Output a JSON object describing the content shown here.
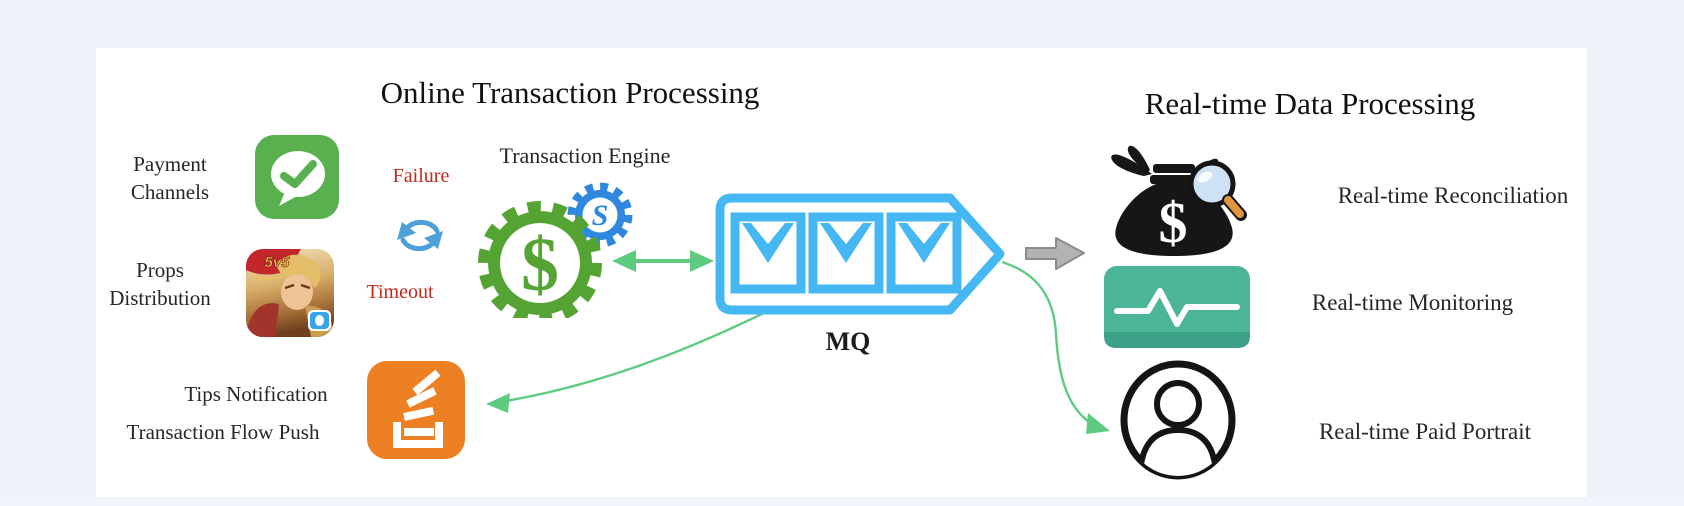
{
  "colors": {
    "page-bg": "#edf1f8",
    "panel-bg": "#ffffff",
    "bottom-strip": "#f1f4fb",
    "title-ink": "#111111",
    "label-ink": "#262626",
    "alert-red": "#c4291c",
    "sync-blue": "#4f9fd9",
    "gear-green": "#55a433",
    "gear-blue": "#2f87e0",
    "mq-blue": "#45b8f3",
    "flow-green": "#5ecb80",
    "gray-arrow": "#b3b3b3",
    "wechat-green": "#58b14e",
    "so-orange": "#ec8023",
    "teal": "#4cb598",
    "ink": "#161616"
  },
  "titles": {
    "otp": "Online Transaction Processing",
    "rtdp": "Real-time Data Processing"
  },
  "otp": {
    "payment_line1": "Payment",
    "payment_line2": "Channels",
    "props_line1": "Props",
    "props_line2": "Distribution",
    "failure": "Failure",
    "timeout": "Timeout",
    "engine": "Transaction Engine",
    "mq": "MQ",
    "tips": "Tips Notification",
    "flow_push": "Transaction Flow Push",
    "game_badge": "5v5"
  },
  "rtdp": {
    "reconciliation": "Real-time Reconciliation",
    "monitoring": "Real-time Monitoring",
    "paid_portrait": "Real-time Paid Portrait"
  },
  "glyphs": {
    "engine_dollar": "$",
    "engine_s": "S",
    "bag_dollar": "$"
  },
  "icons": {
    "payment": "wechat-pay-icon",
    "props": "honor-of-kings-game-icon",
    "retry": "sync-arrows-icon",
    "engine": "dollar-gears-icon",
    "queue": "message-queue-icon",
    "push": "stack-push-icon",
    "reconciliation": "money-bag-magnifier-icon",
    "monitoring": "pulse-monitor-icon",
    "portrait": "user-portrait-icon"
  }
}
